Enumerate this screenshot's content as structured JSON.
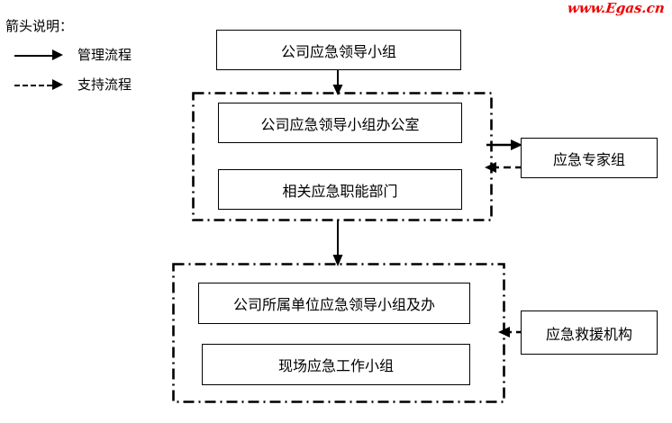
{
  "watermark": {
    "text": "www.Egas.cn",
    "color": "#ee0000"
  },
  "legend": {
    "title": "箭头说明：",
    "items": [
      {
        "style": "solid",
        "label": "管理流程",
        "icon": "solid-arrow-icon"
      },
      {
        "style": "dashed",
        "label": "支持流程",
        "icon": "dashed-arrow-icon"
      }
    ]
  },
  "diagram": {
    "type": "flowchart",
    "nodes": [
      {
        "id": "top",
        "label": "公司应急领导小组"
      },
      {
        "id": "office",
        "label": "公司应急领导小组办公室"
      },
      {
        "id": "depts",
        "label": "相关应急职能部门"
      },
      {
        "id": "expert",
        "label": "应急专家组"
      },
      {
        "id": "unitgroup",
        "label": "公司所属单位应急领导小组及办"
      },
      {
        "id": "onsite",
        "label": "现场应急工作小组"
      },
      {
        "id": "rescue",
        "label": "应急救援机构"
      }
    ],
    "groups": [
      {
        "id": "group-company",
        "members": [
          "office",
          "depts"
        ]
      },
      {
        "id": "group-unit",
        "members": [
          "unitgroup",
          "onsite"
        ]
      }
    ],
    "connections": [
      {
        "from": "top",
        "to": "group-company",
        "style": "solid",
        "flow": "管理流程"
      },
      {
        "from": "group-company",
        "to": "group-unit",
        "style": "solid",
        "flow": "管理流程"
      },
      {
        "from": "group-company",
        "to": "expert",
        "style": "solid",
        "flow": "管理流程"
      },
      {
        "from": "expert",
        "to": "group-company",
        "style": "dashed",
        "flow": "支持流程"
      },
      {
        "from": "rescue",
        "to": "group-unit",
        "style": "dashed",
        "flow": "支持流程"
      }
    ]
  },
  "colors": {
    "line": "#000000",
    "background": "#ffffff",
    "watermark": "#ee0000"
  }
}
